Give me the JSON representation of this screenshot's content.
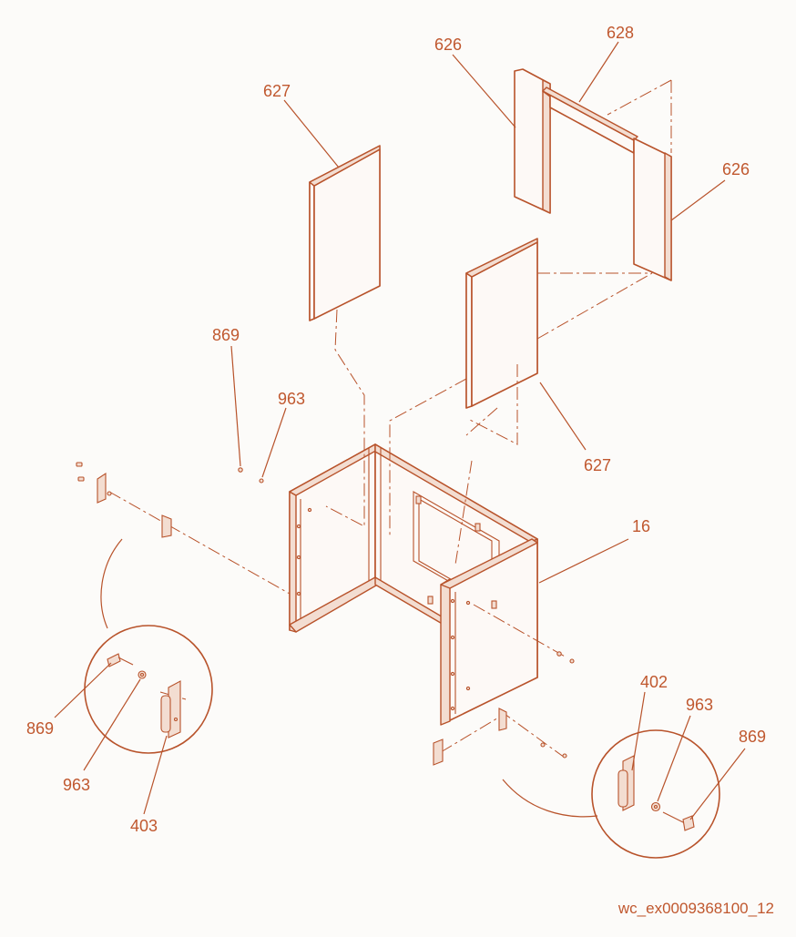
{
  "diagram": {
    "labels": {
      "l627_top": "627",
      "l626_top": "626",
      "l628": "628",
      "l626_right": "626",
      "l869_mid": "869",
      "l963_mid": "963",
      "l627_mid": "627",
      "l16": "16",
      "l402": "402",
      "l963_right": "963",
      "l869_right": "869",
      "l869_left": "869",
      "l963_left": "963",
      "l403": "403"
    },
    "code": "wc_ex0009368100_12"
  },
  "colors": {
    "line": "#b8532b",
    "text": "#c0582f",
    "background": "#fcfbf9"
  }
}
